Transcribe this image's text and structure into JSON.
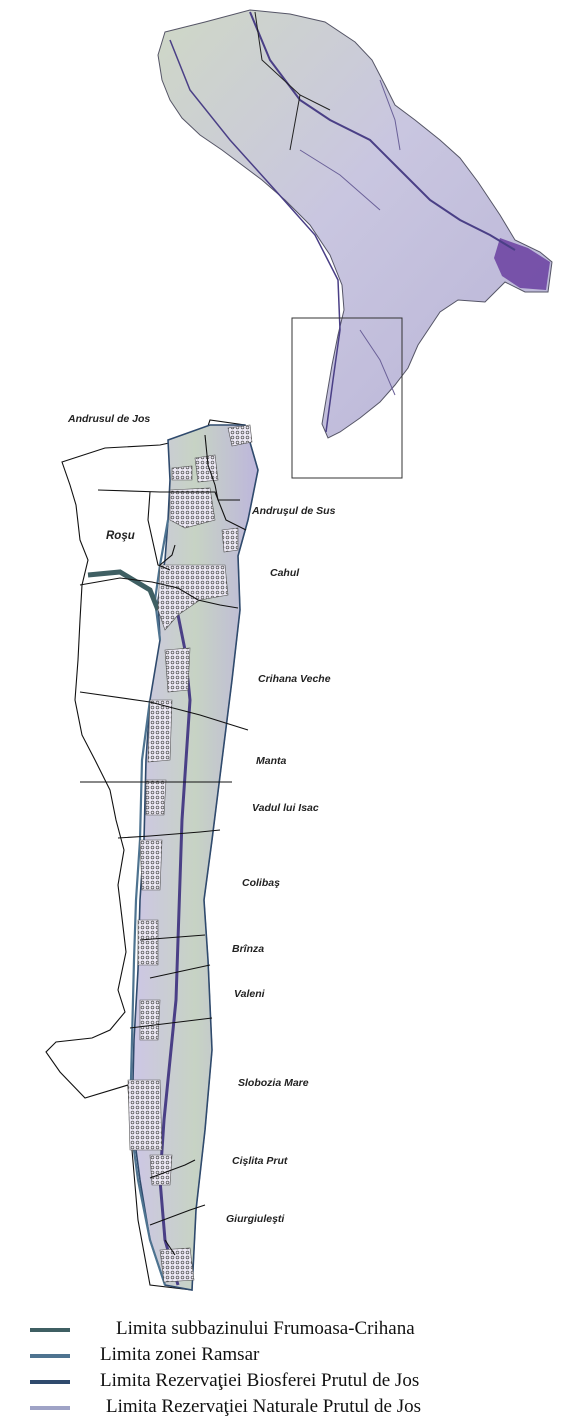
{
  "places": [
    {
      "id": "andrusul-de-jos",
      "label": "Andrusul de Jos"
    },
    {
      "id": "andrusul-de-sus",
      "label": "Andruşul de Sus"
    },
    {
      "id": "rosu",
      "label": "Roşu"
    },
    {
      "id": "cahul",
      "label": "Cahul"
    },
    {
      "id": "crihana-veche",
      "label": "Crihana Veche"
    },
    {
      "id": "manta",
      "label": "Manta"
    },
    {
      "id": "vadul-lui-isac",
      "label": "Vadul lui Isac"
    },
    {
      "id": "colibas",
      "label": "Colibaş"
    },
    {
      "id": "brinza",
      "label": "Brînza"
    },
    {
      "id": "valeni",
      "label": "Valeni"
    },
    {
      "id": "slobozia-mare",
      "label": "Slobozia Mare"
    },
    {
      "id": "cislita-prut",
      "label": "Cişlita Prut"
    },
    {
      "id": "giurgiulesti",
      "label": "Giurgiuleşti"
    }
  ],
  "legend": [
    {
      "label": "Limita subbazinului Frumoasa-Crihana",
      "color": "#3f5f63"
    },
    {
      "label": "Limita zonei Ramsar",
      "color": "#4e7390"
    },
    {
      "label": "Limita Rezervaţiei Biosferei Prutul de Jos",
      "color": "#2f4a6d"
    },
    {
      "label": "Limita Rezervaţiei Naturale Prutul de Jos",
      "color": "#9fa3c6"
    }
  ],
  "colors": {
    "relief_light": "#d9e0d2",
    "relief_lavender": "#c9c2e3",
    "river": "#4a3f86",
    "lake": "#6a3fa0",
    "boundary": "#111111"
  }
}
